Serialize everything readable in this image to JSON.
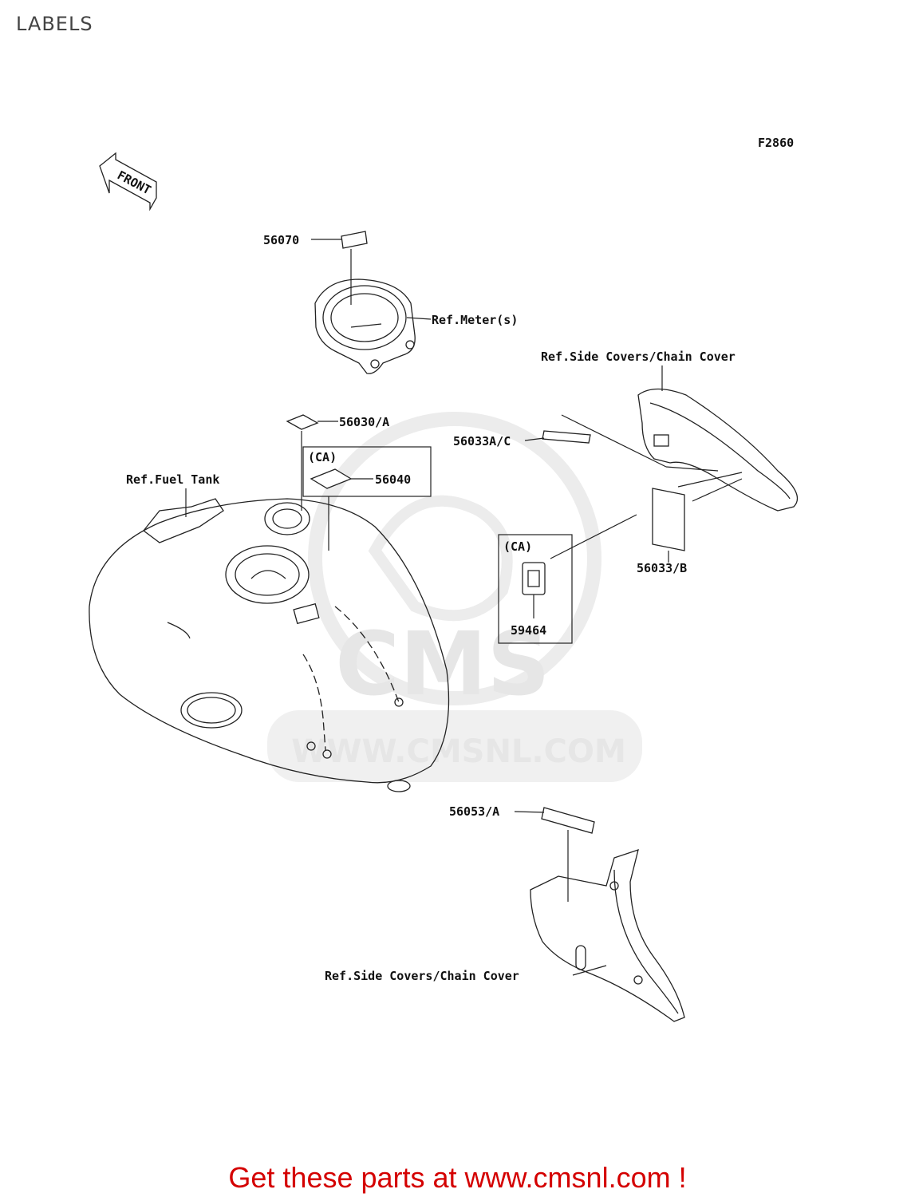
{
  "page": {
    "title": "LABELS",
    "figure_code": "F2860"
  },
  "front_marker": "FRONT",
  "watermark": {
    "logo_text": "CMS",
    "url_text": "WWW.CMSNL.COM"
  },
  "callouts": {
    "p56070": "56070",
    "ref_meter": "Ref.Meter(s)",
    "ref_side_covers_top": "Ref.Side Covers/Chain Cover",
    "p56030a": "56030/A",
    "p56033ac": "56033A/C",
    "ca_1": "(CA)",
    "p56040": "56040",
    "ref_fuel_tank": "Ref.Fuel Tank",
    "ca_2": "(CA)",
    "p56033b": "56033/B",
    "p59464": "59464",
    "p56053a": "56053/A",
    "ref_side_covers_bottom": "Ref.Side Covers/Chain Cover"
  },
  "footer": {
    "text": "Get these parts at www.cmsnl.com !"
  }
}
